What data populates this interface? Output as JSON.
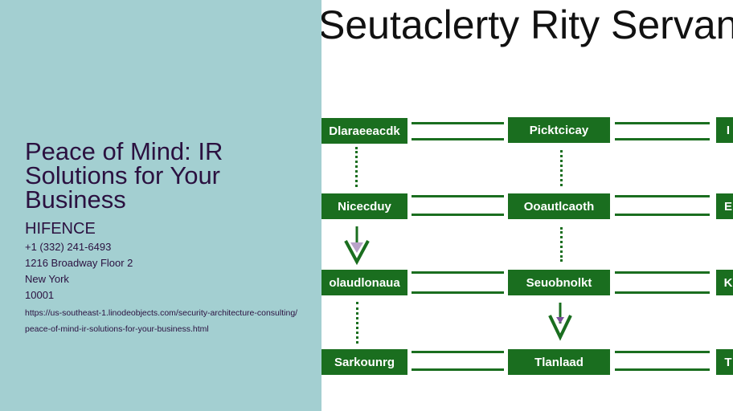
{
  "article": {
    "title": "Peace of Mind: IR Solutions for Your Business",
    "company": "HIFENCE",
    "phone": "+1 (332) 241-6493",
    "address": "1216 Broadway Floor 2",
    "city": "New York",
    "zip": "10001",
    "url": "https://us-southeast-1.linodeobjects.com/security-architecture-consulting/peace-of-mind-ir-solutions-for-your-business.html"
  },
  "image": {
    "title": "Seutaclerty Rity Servan",
    "boxes": [
      [
        "Dlaraeeacdk",
        "Picktcicay",
        "I"
      ],
      [
        "Nicecduy",
        "Ooautlcaoth",
        "E"
      ],
      [
        "olaudlonaua",
        "Seuobnolkt",
        "K"
      ],
      [
        "Sarkounrg",
        "Tlanlaad",
        "T"
      ]
    ],
    "colors": {
      "green": "#1a6e1f",
      "panel": "#a3cfd1",
      "text": "#2b1140"
    }
  }
}
